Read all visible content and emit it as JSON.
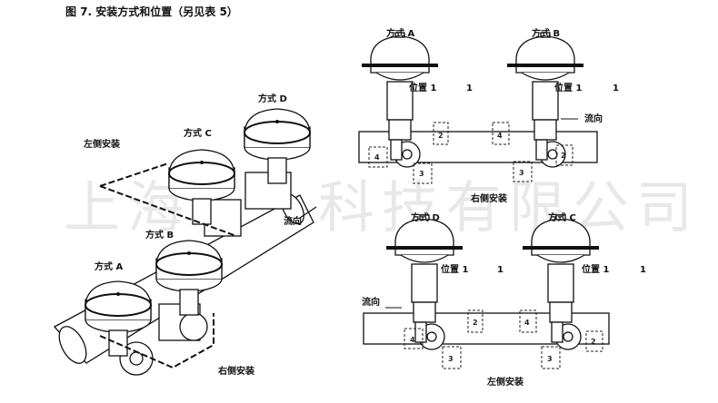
{
  "title": "图 7. 安装方式和位置（另见表 5）",
  "watermark": "上海  科技有限公司",
  "left_view": {
    "styles": [
      "方式 A",
      "方式 B",
      "方式 C",
      "方式 D"
    ],
    "left_mount": "左侧安装",
    "right_mount": "右侧安装",
    "flow": "流向"
  },
  "right_top": {
    "style_a": "方式 A",
    "style_b": "方式 B",
    "position": "位置 1",
    "position_marker": "1",
    "flow": "流向",
    "caption": "右侧安装",
    "positions": [
      "2",
      "3",
      "4"
    ]
  },
  "right_bottom": {
    "style_d": "方式 D",
    "style_c": "方式 C",
    "position": "位置 1",
    "position_marker": "1",
    "flow": "流向",
    "caption": "左侧安装",
    "positions": [
      "2",
      "3",
      "4"
    ]
  }
}
